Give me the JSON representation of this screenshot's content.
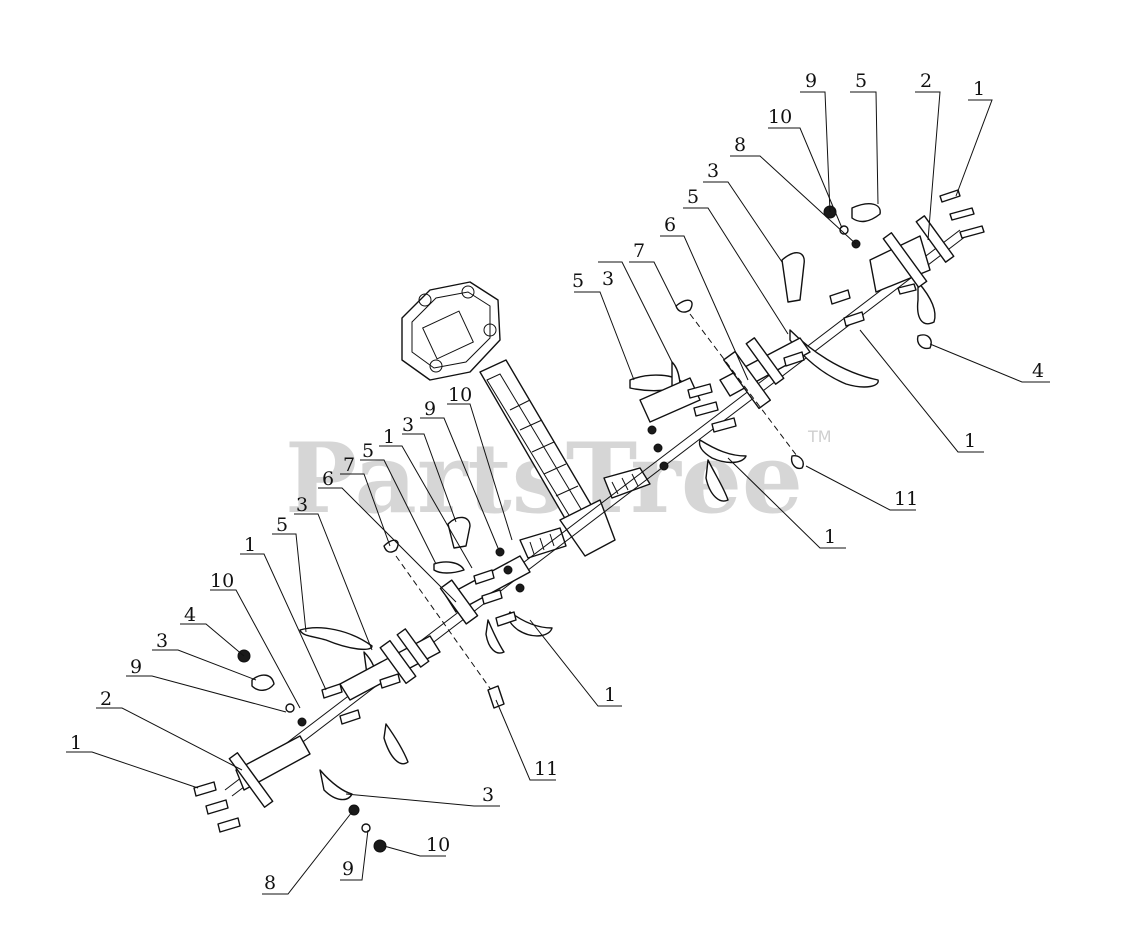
{
  "watermark": {
    "text": "PartsTree",
    "trademark": "TM"
  },
  "callouts": [
    {
      "id": "c1",
      "label": "9"
    },
    {
      "id": "c2",
      "label": "5"
    },
    {
      "id": "c3",
      "label": "2"
    },
    {
      "id": "c4",
      "label": "1"
    },
    {
      "id": "c5",
      "label": "10"
    },
    {
      "id": "c6",
      "label": "8"
    },
    {
      "id": "c7",
      "label": "3"
    },
    {
      "id": "c8",
      "label": "5"
    },
    {
      "id": "c9",
      "label": "6"
    },
    {
      "id": "c10",
      "label": "7"
    },
    {
      "id": "c11",
      "label": "5"
    },
    {
      "id": "c12",
      "label": "3"
    },
    {
      "id": "c13",
      "label": "4"
    },
    {
      "id": "c14",
      "label": "1"
    },
    {
      "id": "c15",
      "label": "11"
    },
    {
      "id": "c16",
      "label": "1"
    },
    {
      "id": "c17",
      "label": "10"
    },
    {
      "id": "c18",
      "label": "9"
    },
    {
      "id": "c19",
      "label": "3"
    },
    {
      "id": "c20",
      "label": "1"
    },
    {
      "id": "c21",
      "label": "5"
    },
    {
      "id": "c22",
      "label": "7"
    },
    {
      "id": "c23",
      "label": "6"
    },
    {
      "id": "c24",
      "label": "3"
    },
    {
      "id": "c25",
      "label": "5"
    },
    {
      "id": "c26",
      "label": "1"
    },
    {
      "id": "c27",
      "label": "10"
    },
    {
      "id": "c28",
      "label": "4"
    },
    {
      "id": "c29",
      "label": "3"
    },
    {
      "id": "c30",
      "label": "9"
    },
    {
      "id": "c31",
      "label": "2"
    },
    {
      "id": "c32",
      "label": "1"
    },
    {
      "id": "c33",
      "label": "1"
    },
    {
      "id": "c34",
      "label": "11"
    },
    {
      "id": "c35",
      "label": "3"
    },
    {
      "id": "c36",
      "label": "8"
    },
    {
      "id": "c37",
      "label": "9"
    },
    {
      "id": "c38",
      "label": "10"
    }
  ]
}
